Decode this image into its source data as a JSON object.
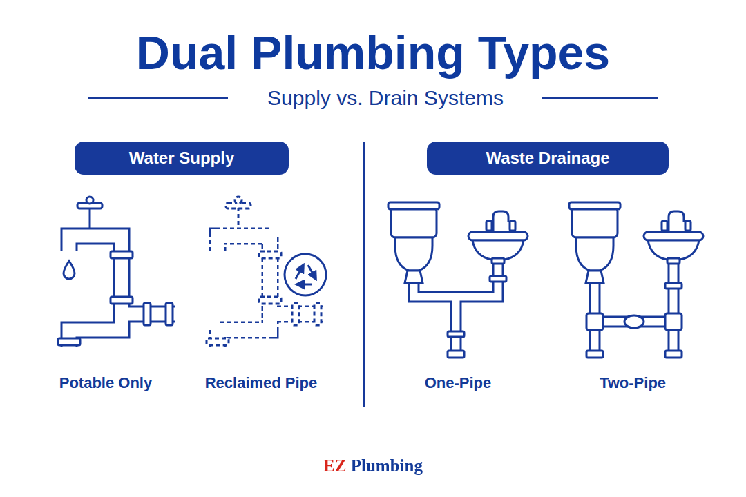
{
  "diagram": {
    "title": "Dual Plumbing Types",
    "nodes": [
      {
        "text": [
          "Water Supply"
        ]
      },
      {
        "text": [
          "Waste Drainage"
        ]
      }
    ],
    "labels": [
      "Supply vs. Drain Systems",
      "Potable Only",
      "Reclaimed Pipe",
      "One-Pipe",
      "Two-Pipe",
      "EZ Plumbing"
    ]
  }
}
